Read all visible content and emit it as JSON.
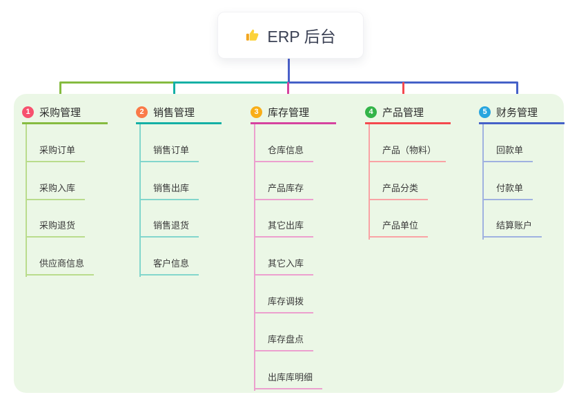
{
  "root": {
    "label": "ERP 后台",
    "icon": "thumbs-up-icon"
  },
  "branches": [
    {
      "index": "1",
      "title": "采购管理",
      "badge_color": "#f7516e",
      "line_color": "#85bb40",
      "light_line_color": "#b9dc8c",
      "children": [
        "采购订单",
        "采购入库",
        "采购退货",
        "供应商信息"
      ]
    },
    {
      "index": "2",
      "title": "销售管理",
      "badge_color": "#fa7a48",
      "line_color": "#14b0a5",
      "light_line_color": "#82d6cc",
      "children": [
        "销售订单",
        "销售出库",
        "销售退货",
        "客户信息"
      ]
    },
    {
      "index": "3",
      "title": "库存管理",
      "badge_color": "#f9ae17",
      "line_color": "#d6439f",
      "light_line_color": "#ec9fce",
      "children": [
        "仓库信息",
        "产品库存",
        "其它出库",
        "其它入库",
        "库存调拨",
        "库存盘点",
        "出库库明细"
      ]
    },
    {
      "index": "4",
      "title": "产品管理",
      "badge_color": "#33b449",
      "line_color": "#f4494e",
      "light_line_color": "#f9a3a5",
      "children": [
        "产品（物料）",
        "产品分类",
        "产品单位"
      ]
    },
    {
      "index": "5",
      "title": "财务管理",
      "badge_color": "#27a5df",
      "line_color": "#4561c8",
      "light_line_color": "#9fb1e0",
      "children": [
        "回款单",
        "付款单",
        "结算账户"
      ]
    }
  ],
  "colors": {
    "canvas_bg": "#ffffff",
    "panel_bg": "#ebf7e6",
    "root_connector": "#4a5fc9",
    "root_text": "#3b4154"
  }
}
